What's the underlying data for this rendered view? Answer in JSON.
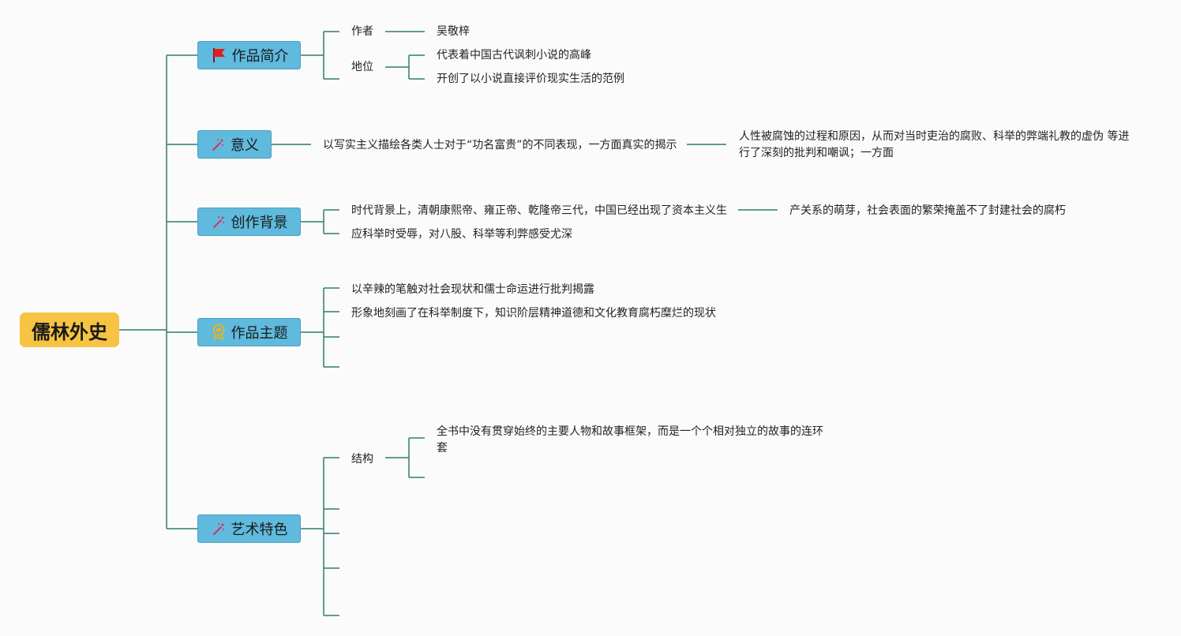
{
  "root": {
    "label": "儒林外史"
  },
  "branches": {
    "intro": {
      "label": "作品简介",
      "icon": "red-flag-icon",
      "author_label": "作者",
      "author_value": "吴敬梓",
      "status_label": "地位",
      "status_items": [
        "代表着中国古代讽刺小说的高峰",
        "开创了以小说直接评价现实生活的范例"
      ]
    },
    "meaning": {
      "label": "意义",
      "icon": "magic-wand-icon",
      "text1": "以写实主义描绘各类人士对于“功名富贵”的不同表现，一方面真实的揭示",
      "text2": "人性被腐蚀的过程和原因，从而对当时吏治的腐败、科举的弊端礼教的虚伪 等进行了深刻的批判和嘲讽；一方面"
    },
    "background": {
      "label": "创作背景",
      "icon": "magic-wand-icon",
      "item1": "时代背景上，清朝康熙帝、雍正帝、乾隆帝三代，中国已经出现了资本主义生",
      "item1_cont": "产关系的萌芽，社会表面的繁荣掩盖不了封建社会的腐朽",
      "item2": "应科举时受辱，对八股、科举等利弊感受尤深"
    },
    "theme": {
      "label": "作品主题",
      "icon": "award-badge-icon",
      "item1": "以辛辣的笔触对社会现状和儒士命运进行批判揭露",
      "item2": "形象地刻画了在科举制度下，知识阶层精神道德和文化教育腐朽糜烂的现状"
    },
    "art": {
      "label": "艺术特色",
      "icon": "magic-wand-icon",
      "structure_label": "结构",
      "structure_text": "全书中没有贯穿始终的主要人物和故事框架，而是一个个相对独立的故事的连环套"
    }
  },
  "colors": {
    "line": "#2e7d6e",
    "root_fill": "#f6c343",
    "branch_fill": "#5fbadd",
    "flag": "#e02020",
    "wand": "#d6336c",
    "badge": "#e6b422"
  }
}
